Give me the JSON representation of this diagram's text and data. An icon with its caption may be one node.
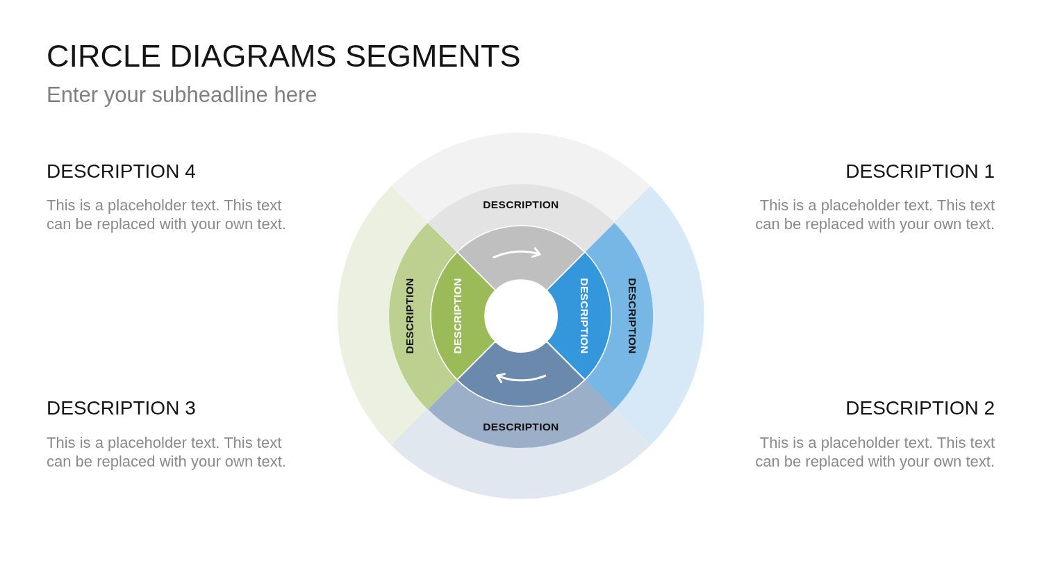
{
  "diagram": {
    "title": "CIRCLE DIAGRAMS SEGMENTS",
    "nodes": [
      {
        "text": [],
        "shape": "segment"
      },
      {
        "text": [
          "DESCRIPTION"
        ]
      },
      {
        "text": [],
        "shape": "segment"
      },
      {
        "text": [],
        "shape": "segment"
      },
      {
        "text": [
          "DESCRIPTION"
        ]
      },
      {
        "text": [
          "DESCRIPTION"
        ]
      },
      {
        "text": [
          "DESCRIPTION"
        ]
      },
      {
        "text": [
          "DESCRIPTION"
        ]
      },
      {
        "text": [],
        "shape": "segment"
      },
      {
        "text": [],
        "shape": "segment"
      },
      {
        "text": [
          "DESCRIPTION"
        ]
      },
      {
        "text": [],
        "shape": "segment"
      }
    ],
    "labels": [
      "Enter your subheadline here",
      "DESCRIPTION 4",
      "This is a placeholder text. This text can be replaced with your own text.",
      "DESCRIPTION 1",
      "This is a placeholder text. This text can be replaced with your own text.",
      "DESCRIPTION 3",
      "This is a placeholder text. This text can be replaced with your own text.",
      "DESCRIPTION 2",
      "This is a placeholder text. This text can be replaced with your own text."
    ]
  }
}
